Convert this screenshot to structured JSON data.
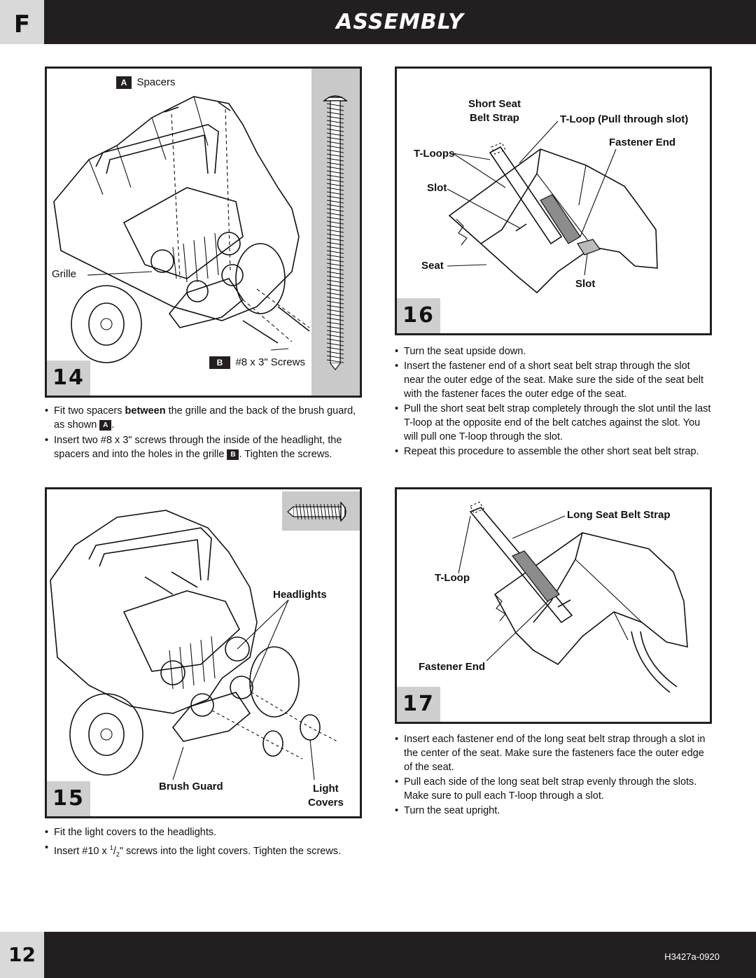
{
  "header": {
    "letter": "F",
    "title": "ASSEMBLY"
  },
  "footer": {
    "page_number": "12",
    "code": "H3427a-0920"
  },
  "step14": {
    "number": "14",
    "tag_a": "A",
    "spacers_label": "Spacers",
    "grille_label": "Grille",
    "tag_b": "B",
    "screws_label": "#8 x 3\" Screws",
    "bullets": [
      {
        "pre": "Fit two spacers ",
        "bold": "between",
        "post": " the grille and the back of the brush guard, as shown ",
        "tag": "A",
        "end": "."
      },
      {
        "pre": "Insert two #8 x 3\" screws through the inside of the headlight, the spacers and into the holes in the grille ",
        "bold": "",
        "post": "",
        "tag": "B",
        "end": ". Tighten the screws."
      }
    ]
  },
  "step15": {
    "number": "15",
    "headlights_label": "Headlights",
    "brush_guard_label": "Brush Guard",
    "light_label": "Light",
    "covers_label": "Covers",
    "bullets": [
      {
        "text": "Fit the light covers to the headlights."
      },
      {
        "pre": "Insert #10 x ",
        "sup": "1",
        "sub": "2",
        "post": "\" screws into the light covers. Tighten the screws."
      }
    ]
  },
  "step16": {
    "number": "16",
    "short_seat_label": "Short Seat",
    "belt_strap_label": "Belt Strap",
    "tloop_pull_label": "T-Loop (Pull through slot)",
    "fastener_end_label": "Fastener End",
    "tloops_label": "T-Loops",
    "slot_label_1": "Slot",
    "seat_label": "Seat",
    "slot_label_2": "Slot",
    "bullets": [
      "Turn the seat upside down.",
      "Insert the fastener end of a short seat belt strap through the slot near the outer edge of the seat. Make sure the side of the seat belt with the fastener faces the outer edge of the seat.",
      "Pull the short seat belt strap completely through the slot until the last T-loop at the opposite end of the belt catches against the slot. You will pull one T-loop through the slot.",
      "Repeat this procedure to assemble the other short seat belt strap."
    ]
  },
  "step17": {
    "number": "17",
    "long_strap_label": "Long Seat Belt Strap",
    "tloop_label": "T-Loop",
    "fastener_end_label": "Fastener End",
    "bullets": [
      "Insert each fastener end of the long seat belt strap through a slot in the center of the seat. Make sure the fasteners face the outer edge of the seat.",
      "Pull each side of the long seat belt strap evenly through the slots. Make sure to pull each T-loop through a slot.",
      "Turn the seat upright."
    ]
  }
}
